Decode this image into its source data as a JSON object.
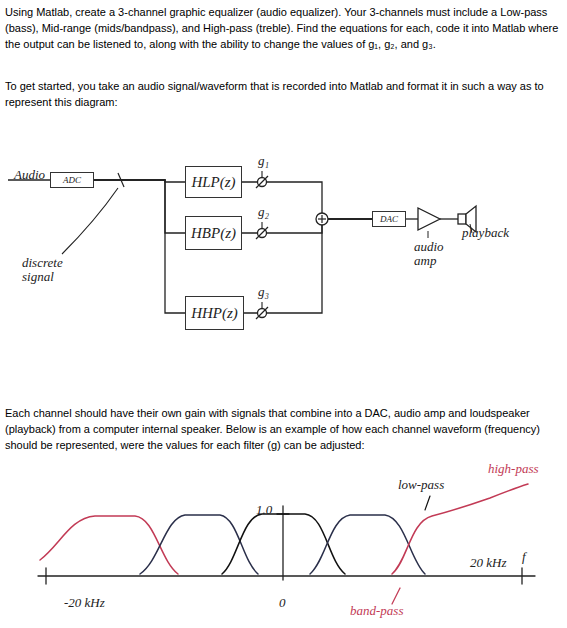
{
  "diagram": {
    "nodes": [
      {
        "text": [
          "ADC"
        ]
      },
      {
        "text": [
          "HLP(z)"
        ]
      },
      {
        "text": [
          "HBP(z)"
        ]
      },
      {
        "text": [
          "HHP(z)"
        ]
      },
      {
        "text": [
          "DAC"
        ]
      }
    ],
    "edges": [
      {
        "from": 0,
        "to": 1,
        "arrow": "none"
      },
      {
        "from": 0,
        "to": 2,
        "arrow": "none"
      },
      {
        "from": 0,
        "to": 3,
        "arrow": "none"
      },
      {
        "from": 1,
        "to": 4,
        "arrow": "none"
      },
      {
        "from": 2,
        "to": 4,
        "arrow": "none"
      },
      {
        "from": 3,
        "to": 4,
        "arrow": "none"
      }
    ],
    "labels": [
      "Using Matlab, create a 3-channel graphic equalizer (audio equalizer). Your 3-channels must include a Low-pass (bass), Mid-range (mids/bandpass), and High-pass (treble). Find the equations for each, code it into Matlab where the output can be listened to, along with the ability to change the values of g₁, g₂, and g₃.",
      "To get started, you take an audio signal/waveform that is recorded into Matlab and format it in such a way as to represent this diagram:",
      "Audio",
      "discrete signal",
      "g₁",
      "g₂",
      "g₃",
      "audio amp",
      "playback",
      "Each channel should have their own gain with signals that combine into a DAC, audio amp and loudspeaker (playback) from a computer internal speaker. Below is an example of how each channel waveform (frequency) should be represented, were the values for each filter (g) can be adjusted:",
      "low-pass",
      "high-pass",
      "1.0",
      "-20 kHz",
      "0",
      "20 kHz",
      "f",
      "band-pass"
    ]
  }
}
